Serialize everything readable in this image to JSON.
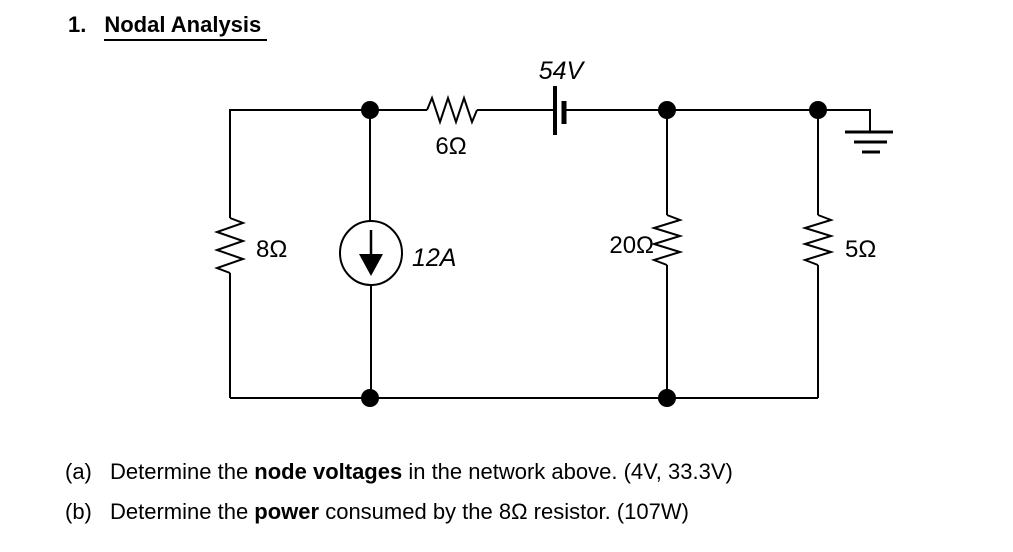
{
  "title": {
    "number": "1.",
    "text": "Nodal Analysis"
  },
  "circuit": {
    "resistor_top_label": "6Ω",
    "voltage_source_label": "54V",
    "resistor_left_label": "8Ω",
    "current_source_label": "12A",
    "resistor_middle_label": "20Ω",
    "resistor_right_label": "5Ω"
  },
  "questions": {
    "a": {
      "prefix": "(a)",
      "pre": "Determine the ",
      "bold": "node voltages",
      "post": " in the network above. (4V, 33.3V)"
    },
    "b": {
      "prefix": "(b)",
      "pre": "Determine the ",
      "bold": "power",
      "post": " consumed by the 8Ω resistor. (107W)"
    }
  },
  "colors": {
    "ink": "#000000",
    "background": "#ffffff"
  }
}
